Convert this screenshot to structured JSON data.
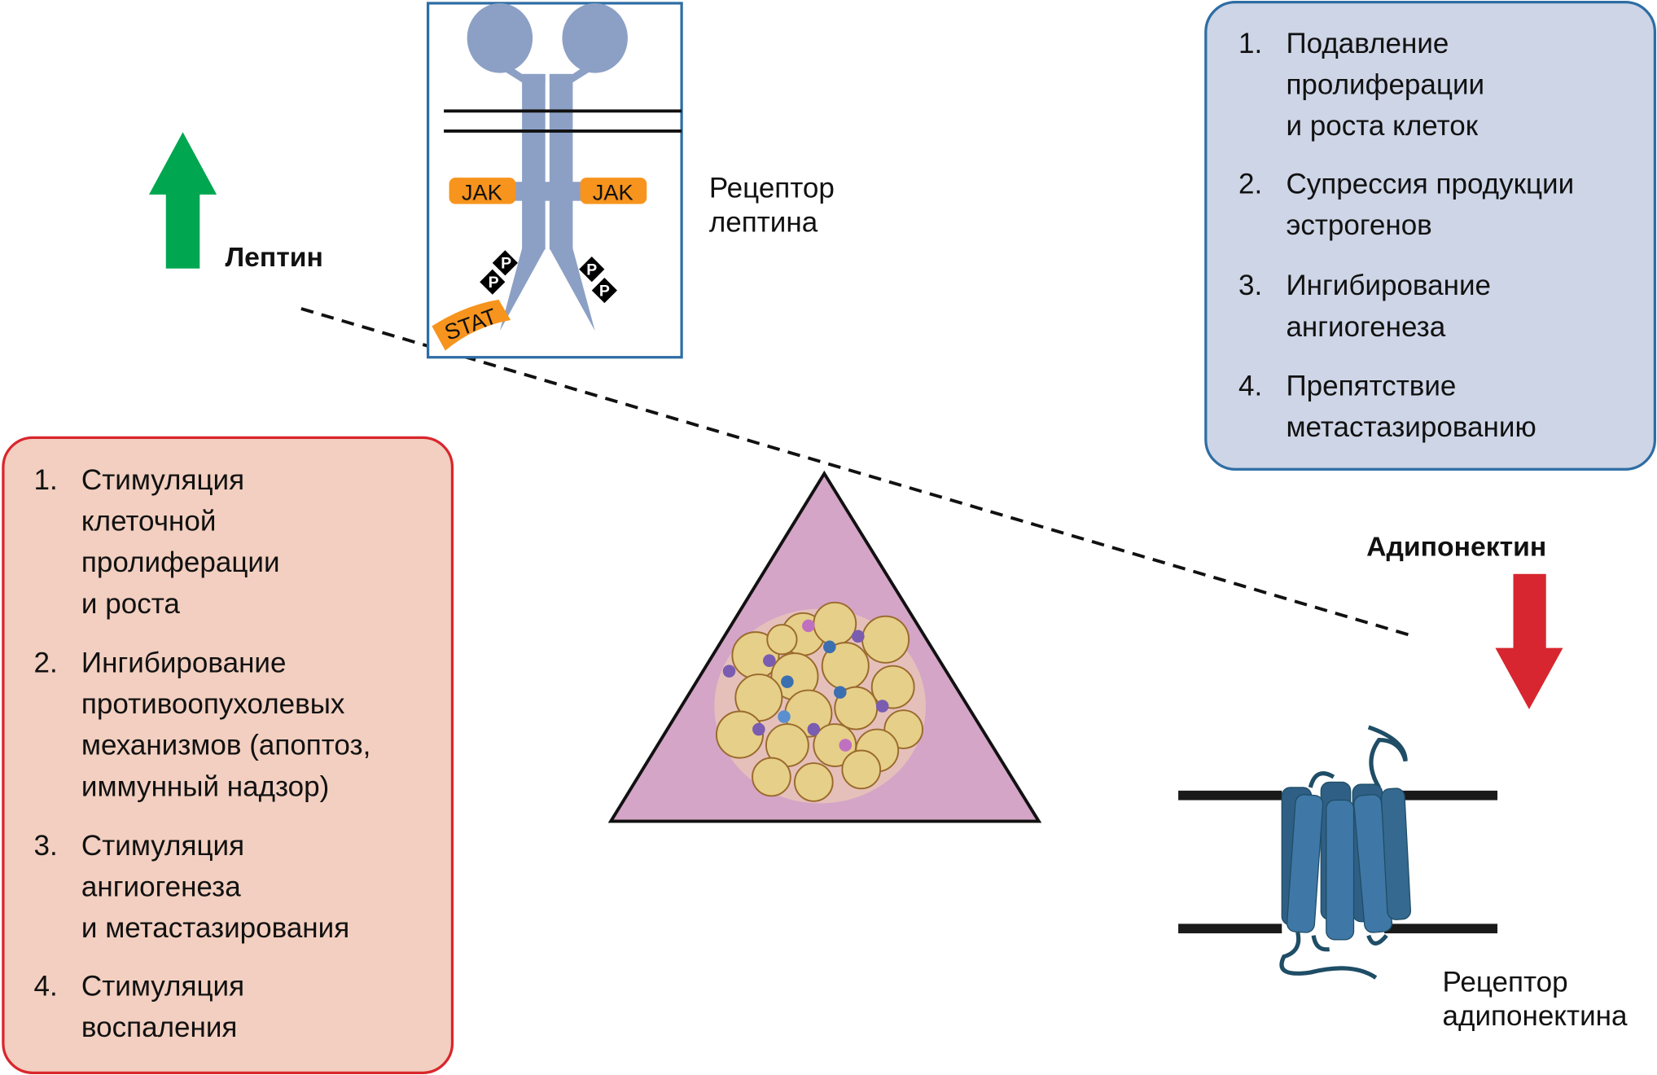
{
  "leptin": {
    "label": "Лептин",
    "arrow_direction": "up",
    "arrow_color": "#00a650",
    "receptor_label": [
      "Рецептор",
      "лептина"
    ],
    "receptor_parts": {
      "jak_left": "JAK",
      "jak_right": "JAK",
      "stat": "STAT",
      "phospho": "P"
    }
  },
  "adiponectin": {
    "label": "Адипонектин",
    "arrow_direction": "down",
    "arrow_color": "#d7262f",
    "receptor_label": [
      "Рецептор",
      "адипонектина"
    ]
  },
  "leptin_effects": {
    "box_fill": "#f2cfc0",
    "box_stroke": "#d9262c",
    "items": [
      {
        "num": "1.",
        "lines": [
          "Стимуляция",
          "клеточной",
          "пролиферации",
          "и роста"
        ]
      },
      {
        "num": "2.",
        "lines": [
          "Ингибирование",
          "противоопухолевых",
          "механизмов (апоптоз,",
          "иммунный надзор)"
        ]
      },
      {
        "num": "3.",
        "lines": [
          "Стимуляция",
          "ангиогенеза",
          "и метастазирования"
        ]
      },
      {
        "num": "4.",
        "lines": [
          "Стимуляция",
          "воспаления"
        ]
      }
    ]
  },
  "adiponectin_effects": {
    "box_fill": "#cdd5e6",
    "box_stroke": "#2e6da4",
    "items": [
      {
        "num": "1.",
        "lines": [
          "Подавление",
          "пролиферации",
          "и роста клеток"
        ]
      },
      {
        "num": "2.",
        "lines": [
          "Супрессия продукции",
          "эстрогенов"
        ]
      },
      {
        "num": "3.",
        "lines": [
          "Ингибирование",
          "ангиогенеза"
        ]
      },
      {
        "num": "4.",
        "lines": [
          "Препятствие",
          "метастазированию"
        ]
      }
    ]
  },
  "center": {
    "triangle_fill": "#d4a5c6",
    "icon": "adipose-tissue-icon"
  }
}
